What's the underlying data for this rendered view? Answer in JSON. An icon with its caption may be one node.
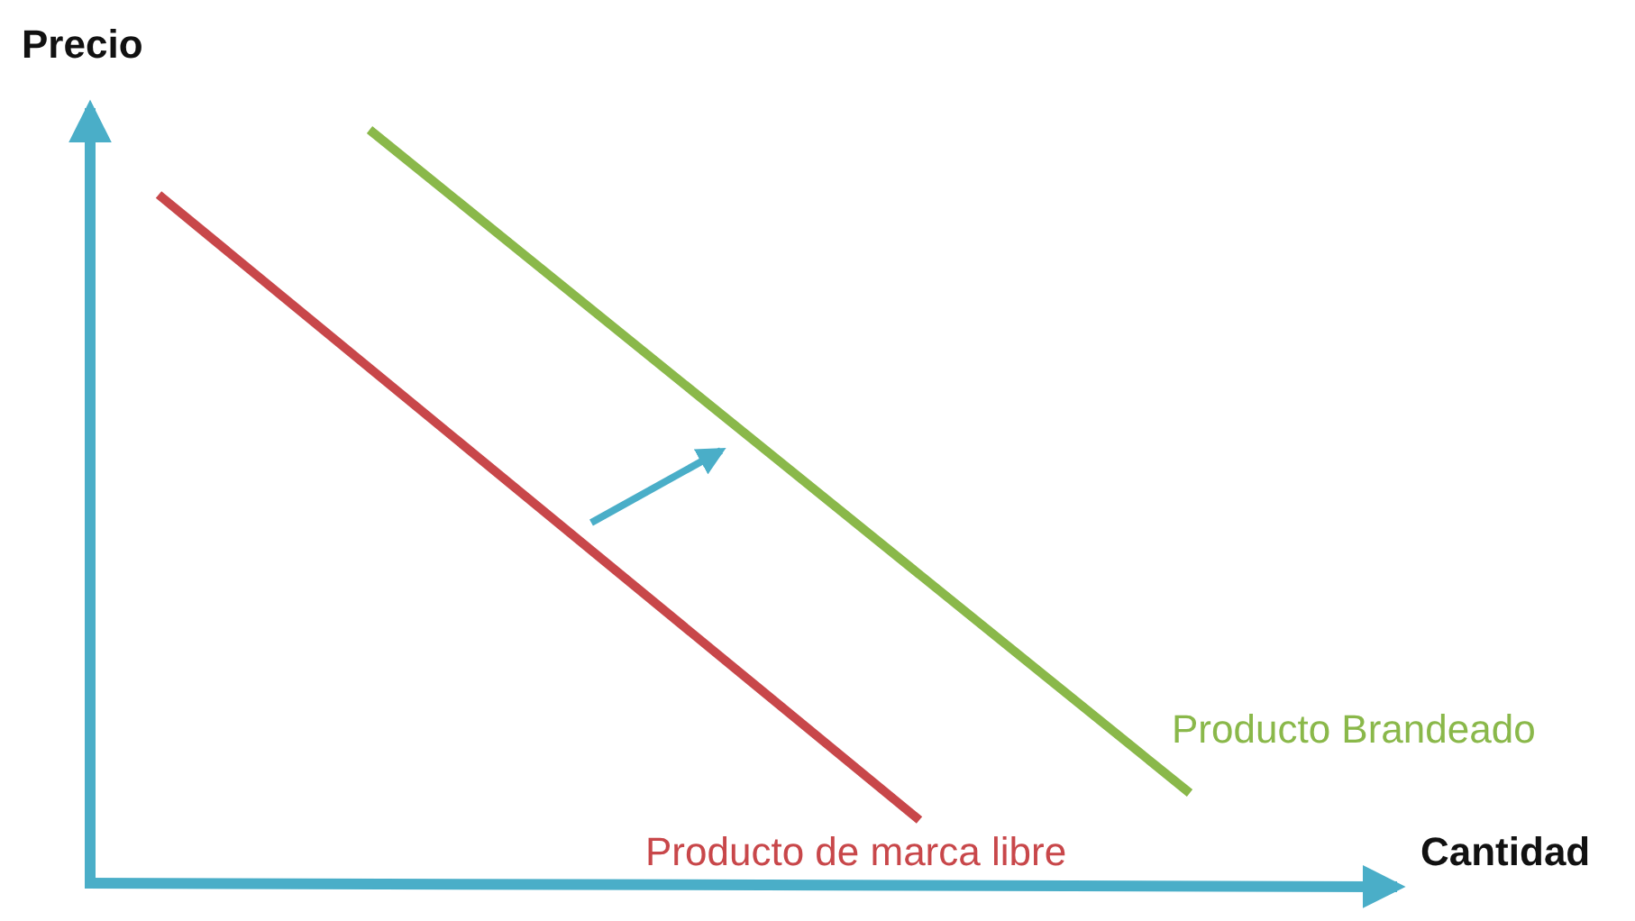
{
  "diagram": {
    "labels": [
      "Precio",
      "Producto Brandeado",
      "Producto de marca libre",
      "Cantidad"
    ]
  }
}
